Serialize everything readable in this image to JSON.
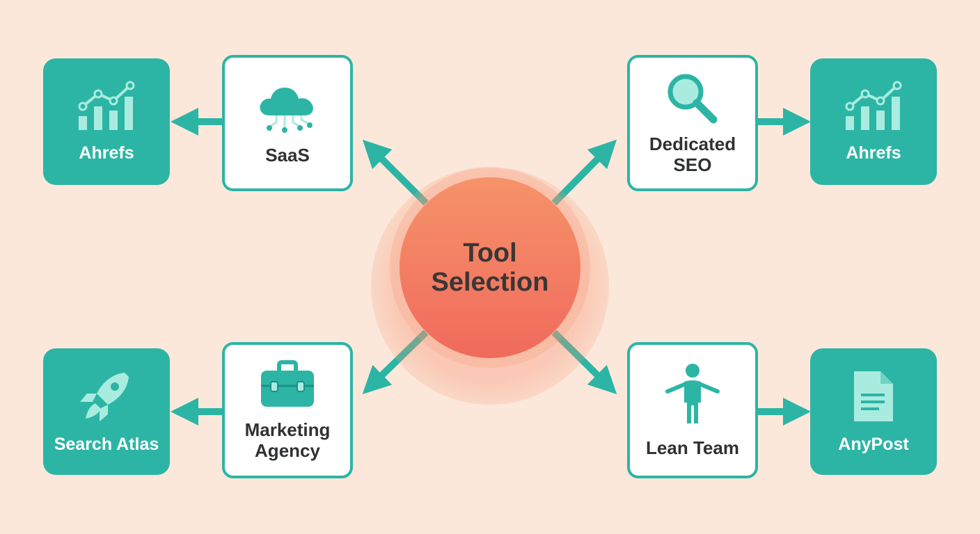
{
  "center": {
    "line1": "Tool",
    "line2": "Selection"
  },
  "categories": {
    "saas": {
      "label": "SaaS",
      "icon": "cloud-network-icon"
    },
    "seo": {
      "line1": "Dedicated",
      "line2": "SEO",
      "icon": "magnifier-icon"
    },
    "agency": {
      "line1": "Marketing",
      "line2": "Agency",
      "icon": "briefcase-icon"
    },
    "lean": {
      "label": "Lean Team",
      "icon": "person-icon"
    }
  },
  "tools": {
    "top_left": {
      "label": "Ahrefs",
      "icon": "growth-chart-icon"
    },
    "top_right": {
      "label": "Ahrefs",
      "icon": "growth-chart-icon"
    },
    "bottom_left": {
      "label": "Search Atlas",
      "icon": "rocket-icon"
    },
    "bottom_right": {
      "label": "AnyPost",
      "icon": "document-icon"
    }
  },
  "colors": {
    "background": "#fce8da",
    "teal": "#2cb5a5",
    "icon_light": "#a9ecdf",
    "center_top": "#f6936a",
    "center_bottom": "#f06a5c"
  }
}
